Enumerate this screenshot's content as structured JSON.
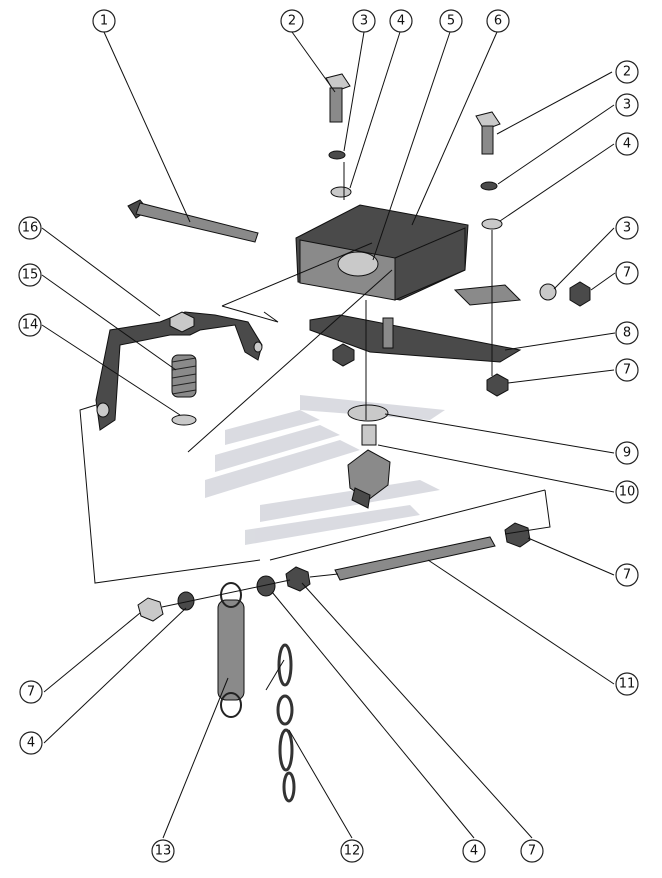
{
  "callouts": [
    {
      "id": "c1",
      "label": "1"
    },
    {
      "id": "c2a",
      "label": "2"
    },
    {
      "id": "c3a",
      "label": "3"
    },
    {
      "id": "c4a",
      "label": "4"
    },
    {
      "id": "c5",
      "label": "5"
    },
    {
      "id": "c6",
      "label": "6"
    },
    {
      "id": "c2b",
      "label": "2"
    },
    {
      "id": "c3b",
      "label": "3"
    },
    {
      "id": "c4b",
      "label": "4"
    },
    {
      "id": "c3c",
      "label": "3"
    },
    {
      "id": "c7a",
      "label": "7"
    },
    {
      "id": "c8",
      "label": "8"
    },
    {
      "id": "c7b",
      "label": "7"
    },
    {
      "id": "c9",
      "label": "9"
    },
    {
      "id": "c10",
      "label": "10"
    },
    {
      "id": "c7c",
      "label": "7"
    },
    {
      "id": "c11",
      "label": "11"
    },
    {
      "id": "c16",
      "label": "16"
    },
    {
      "id": "c15",
      "label": "15"
    },
    {
      "id": "c14",
      "label": "14"
    },
    {
      "id": "c7d",
      "label": "7"
    },
    {
      "id": "c4c",
      "label": "4"
    },
    {
      "id": "c13",
      "label": "13"
    },
    {
      "id": "c12",
      "label": "12"
    },
    {
      "id": "c4d",
      "label": "4"
    },
    {
      "id": "c7e",
      "label": "7"
    }
  ]
}
